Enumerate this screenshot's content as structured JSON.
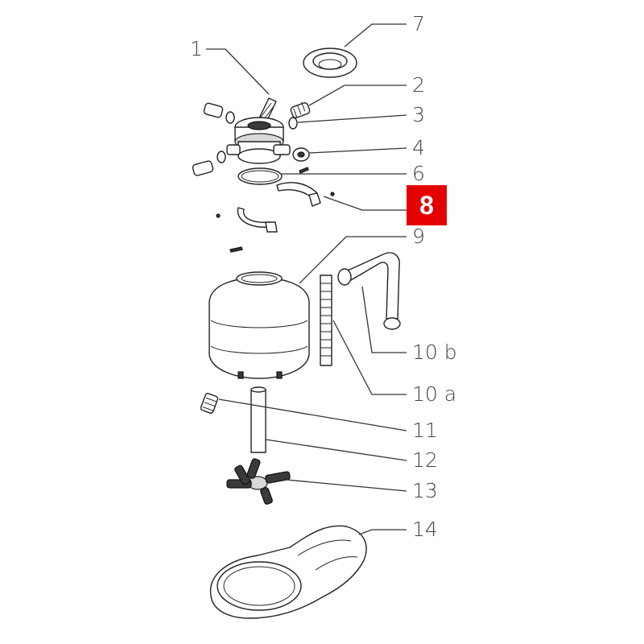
{
  "highlight": {
    "label": "8",
    "color": "#e50000"
  },
  "labels": {
    "l1": "1",
    "l2": "2",
    "l3": "3",
    "l4": "4",
    "l6": "6",
    "l7": "7",
    "l9": "9",
    "l10a": "10 a",
    "l10b": "10 b",
    "l11": "11",
    "l12": "12",
    "l13": "13",
    "l14": "14"
  },
  "colors": {
    "line": "#222222",
    "text": "#444444"
  }
}
